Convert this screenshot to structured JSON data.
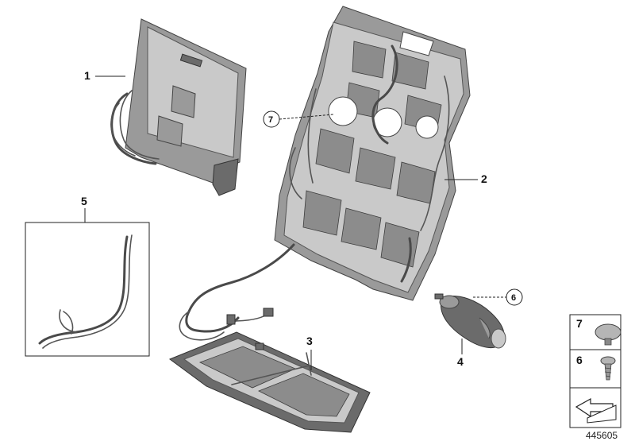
{
  "callouts": {
    "c1": "1",
    "c2": "2",
    "c3": "3",
    "c4": "4",
    "c5": "5",
    "c6": "6",
    "c7": "7"
  },
  "legend": {
    "item7": "7",
    "item6": "6"
  },
  "reference_number": "445605"
}
